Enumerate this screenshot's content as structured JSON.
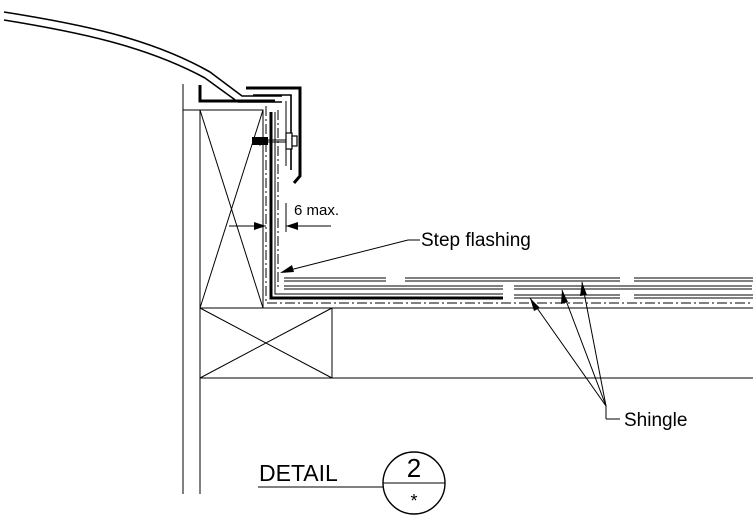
{
  "labels": {
    "dimension": "6 max.",
    "step_flashing": "Step flashing",
    "shingle": "Shingle"
  },
  "detail": {
    "word": "DETAIL",
    "number": "2",
    "sheet": "*"
  }
}
